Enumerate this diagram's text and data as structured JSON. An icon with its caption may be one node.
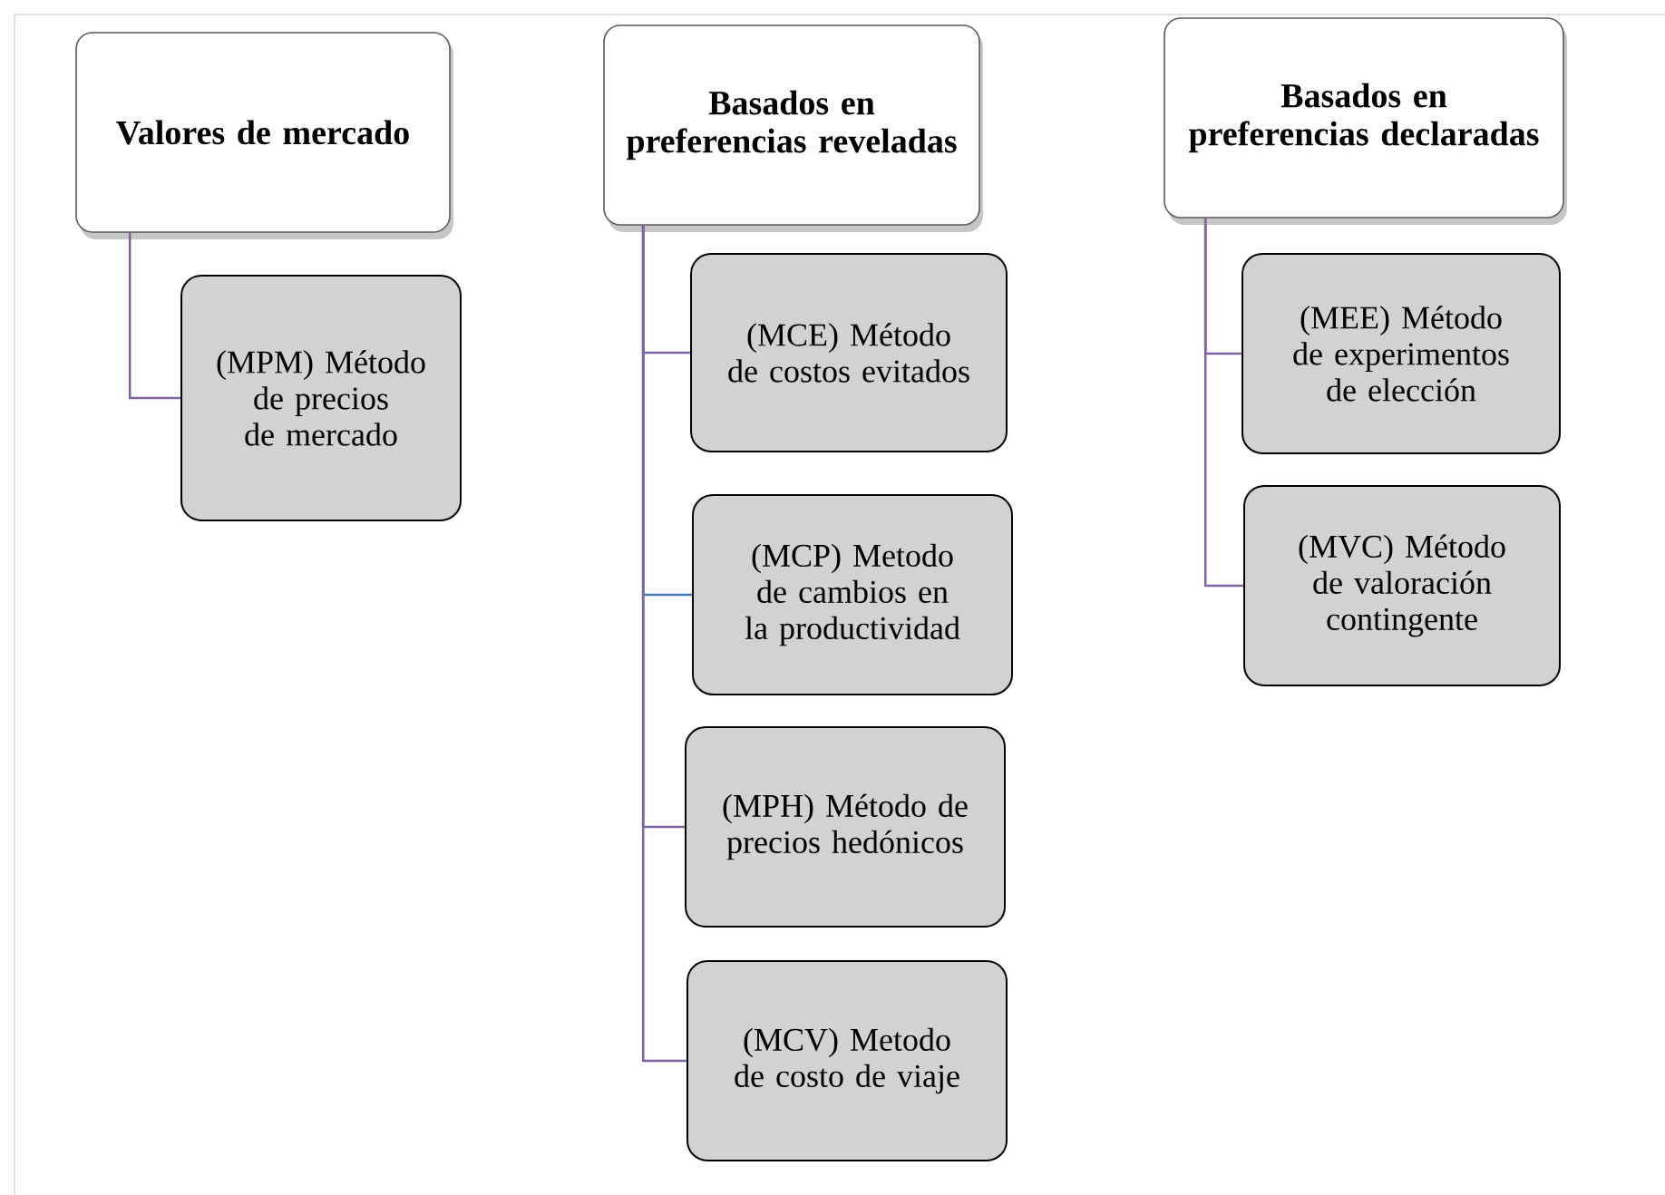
{
  "diagram": {
    "nodes": [
      {
        "text": [
          "Valores de mercado"
        ]
      },
      {
        "text": [
          "(MPM) Método de precios de mercado"
        ]
      },
      {
        "text": [
          "Basados en preferencias reveladas"
        ]
      },
      {
        "text": [
          "(MCE) Método de costos evitados"
        ]
      },
      {
        "text": [
          "(MCP) Metodo de cambios en la productividad"
        ]
      },
      {
        "text": [
          "(MPH) Método de precios hedónicos"
        ]
      },
      {
        "text": [
          "(MCV) Metodo de costo de viaje"
        ]
      },
      {
        "text": [
          "Basados en preferencias declaradas"
        ]
      },
      {
        "text": [
          "(MEE) Método de experimentos de elección"
        ]
      },
      {
        "text": [
          "(MVC) Método de valoración contingente"
        ]
      }
    ],
    "edges": [
      {
        "from": 0,
        "to": 1,
        "arrow": "none"
      },
      {
        "from": 2,
        "to": 3,
        "arrow": "none"
      },
      {
        "from": 2,
        "to": 4,
        "arrow": "none",
        "color": "#4a7ebb"
      },
      {
        "from": 2,
        "to": 5,
        "arrow": "none"
      },
      {
        "from": 2,
        "to": 6,
        "arrow": "none"
      },
      {
        "from": 7,
        "to": 8,
        "arrow": "none"
      },
      {
        "from": 7,
        "to": 9,
        "arrow": "none"
      }
    ]
  }
}
